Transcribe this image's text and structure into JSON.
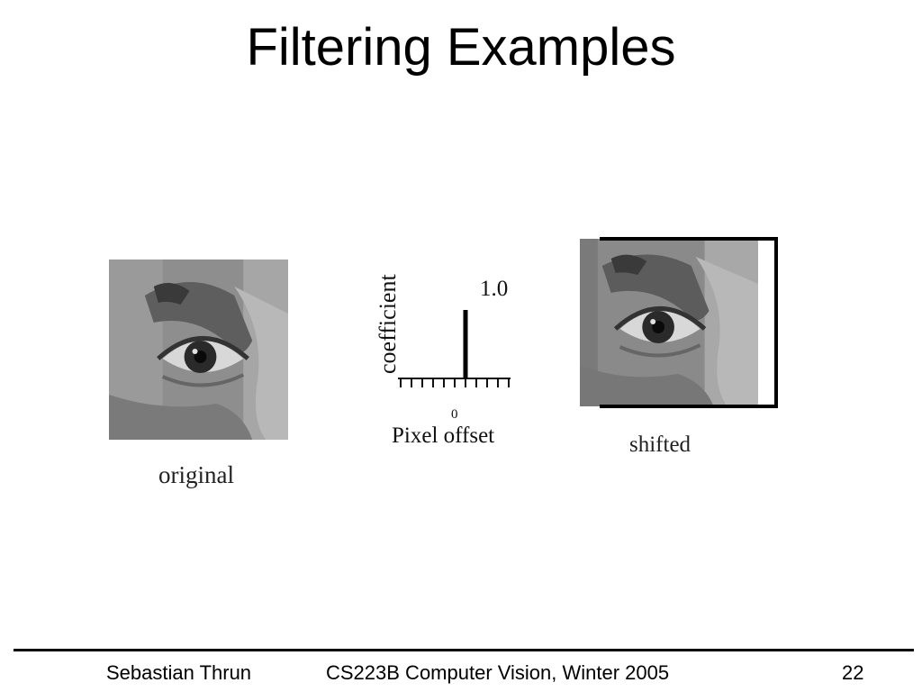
{
  "slide": {
    "title": "Filtering Examples"
  },
  "images": {
    "original_caption": "original",
    "shifted_caption": "shifted"
  },
  "filter_plot": {
    "ylabel": "coefficient",
    "xlabel": "Pixel offset",
    "zero_tick_label": "0",
    "impulse_label": "1.0",
    "impulse_offset": 1,
    "impulse_value": 1.0,
    "offsets": [
      -5,
      -4,
      -3,
      -2,
      -1,
      0,
      1,
      2,
      3,
      4,
      5
    ]
  },
  "footer": {
    "author": "Sebastian Thrun",
    "course": "CS223B Computer Vision, Winter 2005",
    "page": "22"
  }
}
